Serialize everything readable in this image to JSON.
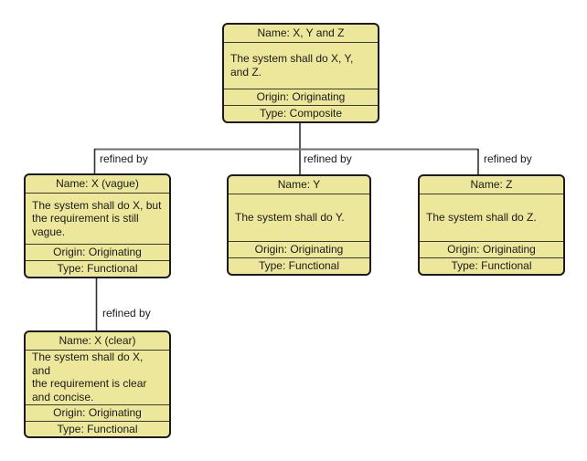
{
  "diagram": {
    "colors": {
      "background": "#ffffff",
      "node_fill": "#ede79b",
      "node_border": "#1b1b1b",
      "node_separator": "#3b3b35",
      "connector_horizontal": "#6e6e6e",
      "connector_vertical": "#303030",
      "text": "#1a1a1a"
    },
    "nodes": [
      {
        "id": "xyz",
        "name": "Name: X, Y and Z",
        "description": "The system shall do X, Y,\nand Z.",
        "origin": "Origin: Originating",
        "type": "Type: Composite"
      },
      {
        "id": "x-vague",
        "name": "Name: X (vague)",
        "description": "The system shall do X, but\nthe requirement is still\nvague.",
        "origin": "Origin: Originating",
        "type": "Type: Functional"
      },
      {
        "id": "y",
        "name": "Name: Y",
        "description": "The system shall do Y.",
        "origin": "Origin: Originating",
        "type": "Type: Functional"
      },
      {
        "id": "z",
        "name": "Name: Z",
        "description": "The system shall do Z.",
        "origin": "Origin: Originating",
        "type": "Type: Functional"
      },
      {
        "id": "x-clear",
        "name": "Name: X (clear)",
        "description": "The system shall do X, and\nthe requirement is clear\nand concise.",
        "origin": "Origin: Originating",
        "type": "Type: Functional"
      }
    ],
    "edges": [
      {
        "from": "xyz",
        "to": "x-vague",
        "label": "refined by"
      },
      {
        "from": "xyz",
        "to": "y",
        "label": "refined by"
      },
      {
        "from": "xyz",
        "to": "z",
        "label": "refined by"
      },
      {
        "from": "x-vague",
        "to": "x-clear",
        "label": "refined by"
      }
    ]
  }
}
